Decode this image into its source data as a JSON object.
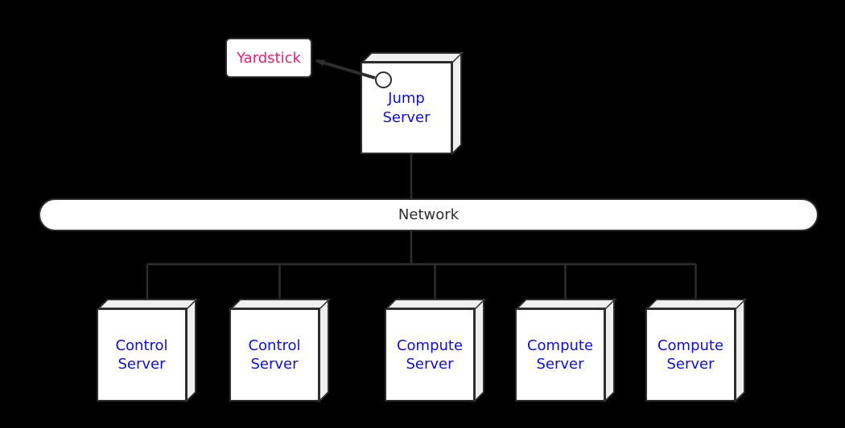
{
  "diagram": {
    "yardstick": {
      "label": "Yardstick"
    },
    "jump_server": {
      "label": "Jump\nServer"
    },
    "network": {
      "label": "Network"
    },
    "servers": [
      {
        "label": "Control\nServer"
      },
      {
        "label": "Control\nServer"
      },
      {
        "label": "Compute\nServer"
      },
      {
        "label": "Compute\nServer"
      },
      {
        "label": "Compute\nServer"
      }
    ],
    "colors": {
      "background": "#000000",
      "node_fill": "#ffffff",
      "node_bevel": "#efefef",
      "node_border": "#2e2e2e",
      "connector_line": "#2e2e2e",
      "server_text": "#0d0de2",
      "yardstick_text": "#ef1a70",
      "network_text": "#2d2d2d"
    },
    "icons": {
      "interface_circle": "provided-interface-lollipop-icon",
      "arrow": "dependency-arrow-icon"
    }
  }
}
